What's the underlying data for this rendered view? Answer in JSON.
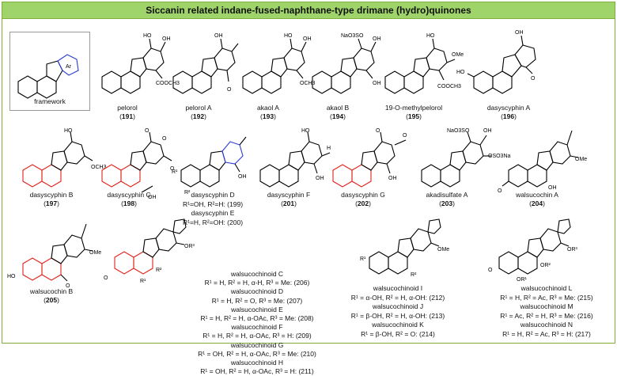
{
  "title": "Siccanin related indane-fused-naphthane-type drimane (hydro)quinones",
  "framework": {
    "label": "framework",
    "ring_label": "Ar"
  },
  "compounds": [
    {
      "name": "pelorol",
      "num": "191"
    },
    {
      "name": "pelorol A",
      "num": "192"
    },
    {
      "name": "akaol A",
      "num": "193"
    },
    {
      "name": "akaol B",
      "num": "194"
    },
    {
      "name": "19-O-methylpelorol",
      "num": "195"
    },
    {
      "name": "dasyscyphin A",
      "num": "196"
    },
    {
      "name": "dasyscyphin B",
      "num": "197"
    },
    {
      "name": "dasyscyphin C",
      "num": "198"
    },
    {
      "name": "dasyscyphin F",
      "num": "201"
    },
    {
      "name": "dasyscyphin G",
      "num": "202"
    },
    {
      "name": "akadisulfate A",
      "num": "203"
    },
    {
      "name": "walsucochin A",
      "num": "204"
    },
    {
      "name": "walsucochin B",
      "num": "205"
    }
  ],
  "dasyscyphin_de": {
    "line1": "dasyscyphin D",
    "line2": "R¹=OH, R²=H: (199)",
    "line3": "dasyscyphin E",
    "line4": "R¹=H, R²=OH: (200)"
  },
  "walsucochinoids_cd": [
    {
      "name": "walsucochinoid C",
      "sub": "R¹ = H, R² = H, α-H, R³ = Me: (206)"
    },
    {
      "name": "walsucochinoid D",
      "sub": "R¹ = H, R² = O, R³ = Me: (207)"
    },
    {
      "name": "walsucochinoid E",
      "sub": "R¹ = H, R² = H, α-OAc, R³ = Me: (208)"
    },
    {
      "name": "walsucochinoid F",
      "sub": "R¹ = H, R² = H, α-OAc, R³ = H: (209)"
    },
    {
      "name": "walsucochinoid G",
      "sub": "R¹ = OH, R² = H, α-OAc, R³ = Me: (210)"
    },
    {
      "name": "walsucochinoid H",
      "sub": "R¹ = OH, R² = H, α-OAc, R³ = H: (211)"
    }
  ],
  "walsucochinoids_ik": [
    {
      "name": "walsucochinoid I",
      "sub": "R¹ = α-OH, R² = H, α-OH: (212)"
    },
    {
      "name": "walsucochinoid J",
      "sub": "R¹ = β-OH, R² = H, α-OH: (213)"
    },
    {
      "name": "walsucochinoid K",
      "sub": "R¹ = β-OH, R² = O: (214)"
    }
  ],
  "walsucochinoids_ln": [
    {
      "name": "walsucochinoid L",
      "sub": "R¹ = H, R² = Ac, R³ = Me: (215)"
    },
    {
      "name": "walsucochinoid M",
      "sub": "R¹ = Ac, R² = H, R³ = Me: (216)"
    },
    {
      "name": "walsucochinoid N",
      "sub": "R¹ = H, R² = Ac, R³ = H: (217)"
    }
  ],
  "atom_labels": {
    "oh": "OH",
    "ho": "HO",
    "ome": "OMe",
    "o": "O",
    "h": "H",
    "cooch3": "COOCH3",
    "och3": "OCH3",
    "naso3": "NaO3SO",
    "oso3na": "OSO3Na",
    "r1": "R¹",
    "r2": "R²",
    "r3": "R³",
    "or1": "OR¹",
    "or2": "OR²",
    "or3": "OR³"
  },
  "colors": {
    "header_bg": "#9ed46a",
    "border": "#7fae3b",
    "aromatic": "#2a3cd6",
    "stereo": "#e0221a"
  }
}
